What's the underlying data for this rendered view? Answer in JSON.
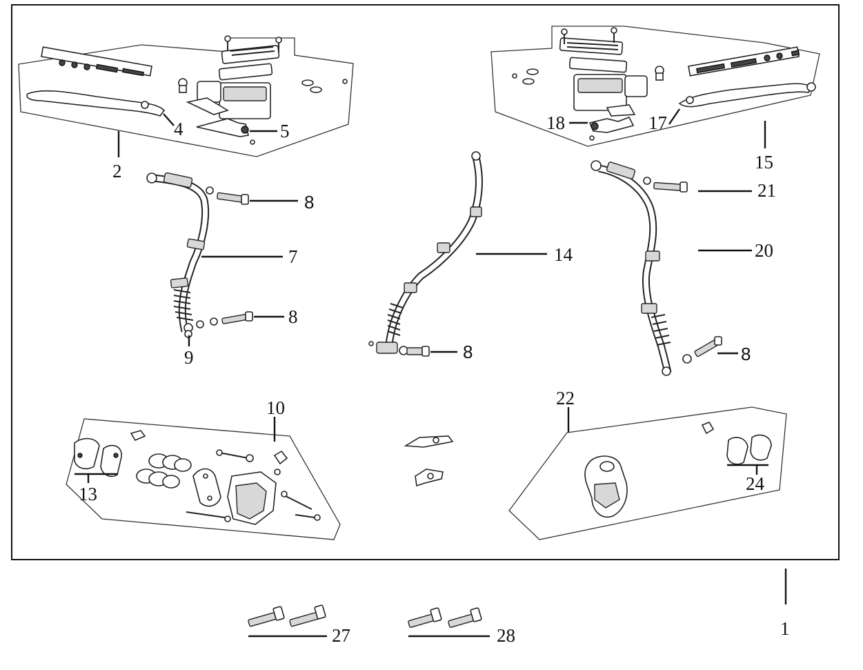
{
  "diagram": {
    "callouts": [
      {
        "id": "c1",
        "text": "1"
      },
      {
        "id": "c2",
        "text": "2"
      },
      {
        "id": "c4",
        "text": "4"
      },
      {
        "id": "c5",
        "text": "5"
      },
      {
        "id": "c7",
        "text": "7"
      },
      {
        "id": "c8a",
        "text": "8"
      },
      {
        "id": "c8b",
        "text": "8"
      },
      {
        "id": "c8c",
        "text": "8"
      },
      {
        "id": "c8d",
        "text": "8"
      },
      {
        "id": "c9",
        "text": "9"
      },
      {
        "id": "c10",
        "text": "10"
      },
      {
        "id": "c13",
        "text": "13"
      },
      {
        "id": "c14",
        "text": "14"
      },
      {
        "id": "c15",
        "text": "15"
      },
      {
        "id": "c17",
        "text": "17"
      },
      {
        "id": "c18",
        "text": "18"
      },
      {
        "id": "c20",
        "text": "20"
      },
      {
        "id": "c21",
        "text": "21"
      },
      {
        "id": "c22",
        "text": "22"
      },
      {
        "id": "c24",
        "text": "24"
      },
      {
        "id": "c27",
        "text": "27"
      },
      {
        "id": "c28",
        "text": "28"
      }
    ],
    "line_color": "#111111",
    "background": "#ffffff"
  }
}
